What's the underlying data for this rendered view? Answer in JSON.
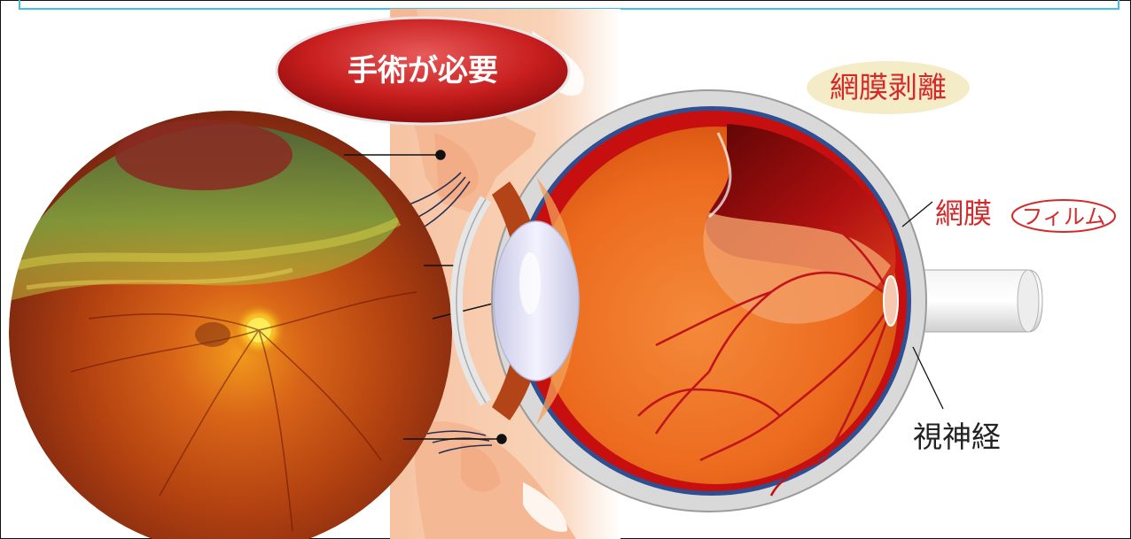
{
  "labels": {
    "surgery": "手術が必要",
    "detachment": "網膜剥離",
    "retina": "網膜",
    "film": "フィルム",
    "optic_nerve": "視神経"
  },
  "colors": {
    "frame_cyan": "#3fc0e8",
    "callout_red": "#c81e1e",
    "label_red": "#d42a2a",
    "badge_fill": "#f3ecc6",
    "skin": "#f6c3a2",
    "eye_orange": "#ee6e1f",
    "retina_red": "#c70f0f",
    "sclera": "#d9d9d9"
  }
}
